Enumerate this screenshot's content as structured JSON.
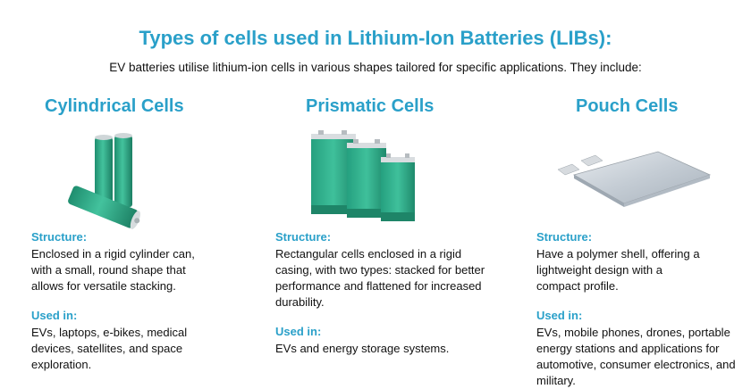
{
  "header": {
    "title": "Types of cells used in Lithium-Ion Batteries (LIBs):",
    "subtitle": "EV batteries utilise lithium-ion cells in various shapes tailored for specific applications. They include:"
  },
  "cells": [
    {
      "heading": "Cylindrical Cells",
      "structure_label": "Structure:",
      "structure_text": "Enclosed in a rigid cylinder can, with a small, round shape that allows for versatile stacking.",
      "used_label": "Used in:",
      "used_text": "EVs, laptops, e-bikes, medical devices, satellites, and space exploration."
    },
    {
      "heading": "Prismatic Cells",
      "structure_label": "Structure:",
      "structure_text": "Rectangular cells enclosed in a rigid casing, with two types: stacked for better performance and flattened for increased durability.",
      "used_label": "Used in:",
      "used_text": "EVs and energy storage systems."
    },
    {
      "heading": "Pouch Cells",
      "structure_label": "Structure:",
      "structure_text": "Have a polymer shell, offering a lightweight design with a compact profile.",
      "used_label": "Used in:",
      "used_text": "EVs, mobile phones, drones, portable energy stations and applications for automotive, consumer electronics, and military."
    }
  ],
  "colors": {
    "accent": "#2aa0c9",
    "cell_green": "#2fae8b",
    "pouch_silver": "#c9d0d8"
  }
}
